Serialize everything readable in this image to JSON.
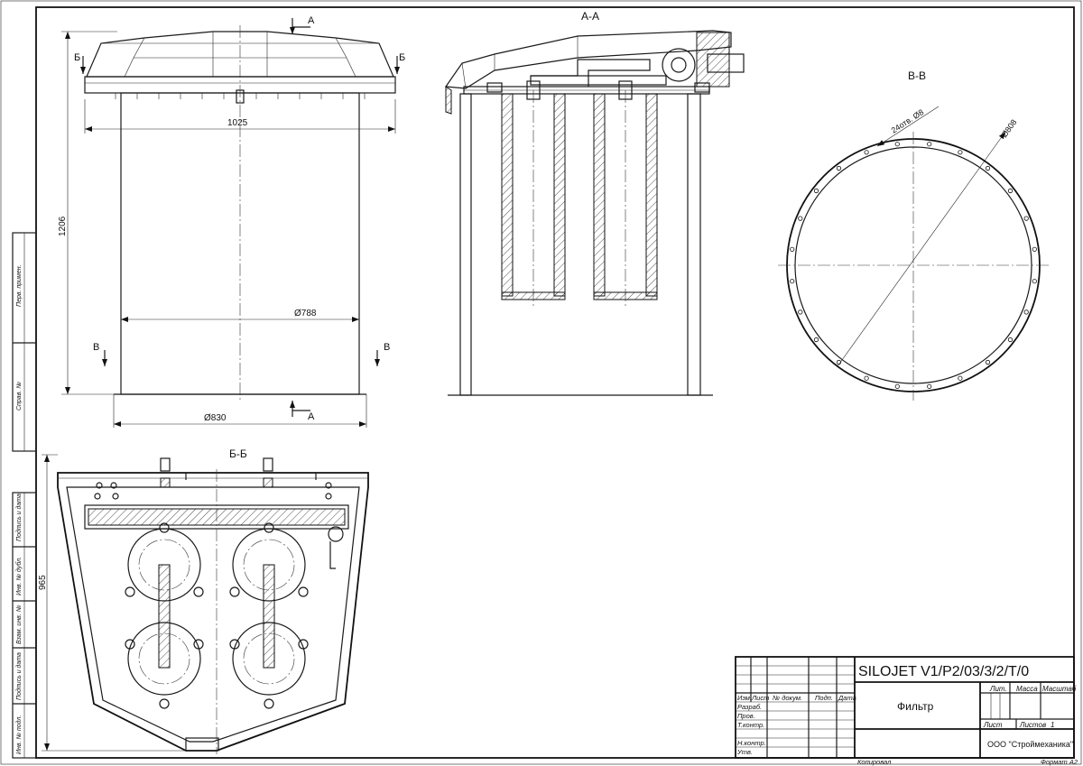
{
  "views": {
    "section_aa": "А-А",
    "section_bb": "Б-Б",
    "section_vv": "В-В"
  },
  "markers": {
    "a": "А",
    "b": "Б",
    "v": "В"
  },
  "dimensions": {
    "width_top": "1025",
    "height_total": "1206",
    "diameter_inner": "Ø788",
    "diameter_base": "Ø830",
    "height_plan": "965",
    "holes": "24отв. Ø8",
    "diameter_ring": "Ø808"
  },
  "title_block": {
    "designation": "SILOJET V1/P2/03/3/2/T/0",
    "name": "Фильтр",
    "company": "ООО \"Строймеханика\"",
    "col_izm": "Изм.",
    "col_list": "Лист",
    "col_doc": "№ докум.",
    "col_sign": "Подп.",
    "col_date": "Дата",
    "row_razrab": "Разраб.",
    "row_prov": "Пров.",
    "row_tkontr": "Т.контр.",
    "row_nkontr": "Н.контр.",
    "row_utv": "Утв.",
    "lit": "Лит.",
    "mass": "Масса",
    "scale": "Масштаб",
    "sheet": "Лист",
    "sheets": "Листов",
    "sheets_count": "1",
    "copied": "Копировал",
    "format": "Формат А2"
  },
  "side_stamps": {
    "perv_primen": "Перв. примен.",
    "sprav_no": "Справ. №",
    "podp_data_1": "Подпись и дата",
    "inv_dubl": "Инв. № дубл.",
    "vzam_inv": "Взам. инв. №",
    "podp_data_2": "Подпись и дата",
    "inv_podl": "Инв. № подл."
  }
}
